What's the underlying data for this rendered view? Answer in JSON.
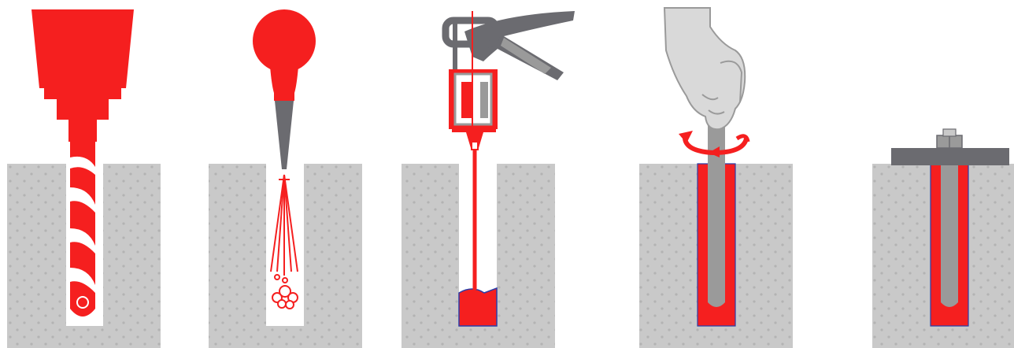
{
  "diagram": {
    "kind": "chemical-anchor-installation-sequence",
    "steps": [
      {
        "id": "drill",
        "icon": "drill-bit-icon"
      },
      {
        "id": "blow-out",
        "icon": "blow-pump-icon"
      },
      {
        "id": "inject",
        "icon": "caulking-gun-icon"
      },
      {
        "id": "insert-rod",
        "icon": "hand-twisting-rod-icon"
      },
      {
        "id": "fix",
        "icon": "nut-and-plate-icon"
      }
    ],
    "colors": {
      "accent": "#f51f1f",
      "concrete": "#c9c9c9",
      "concrete_dots": "#b3b3b3",
      "metal": "#6b6b70",
      "hand": "#d9d9d9",
      "hand_outline": "#9a9a9a",
      "resin_edge": "#2b3ea8"
    }
  }
}
